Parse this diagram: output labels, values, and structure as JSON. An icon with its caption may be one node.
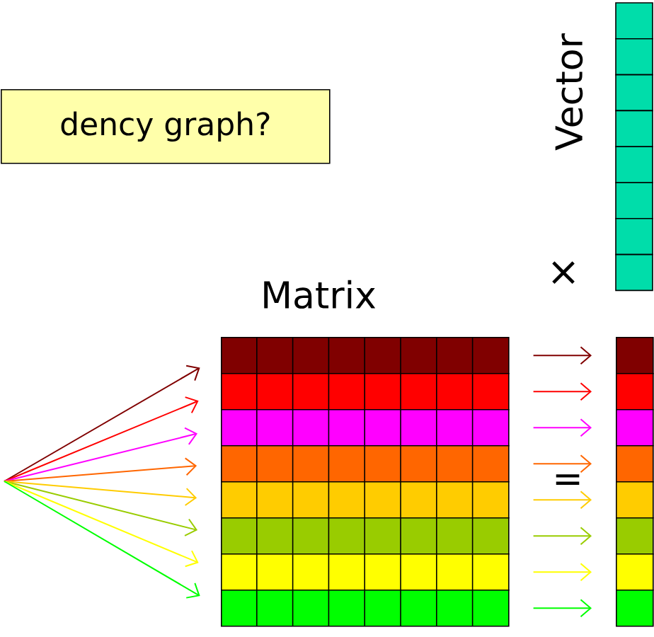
{
  "diagram": {
    "nodes": [
      {
        "text": [
          "dency graph?"
        ]
      },
      {
        "text": [],
        "shape": "bar"
      },
      {
        "text": [],
        "shape": "bar"
      },
      {
        "text": [],
        "shape": "bar"
      },
      {
        "text": [],
        "shape": "bar"
      },
      {
        "text": [],
        "shape": "bar"
      },
      {
        "text": [],
        "shape": "bar"
      },
      {
        "text": [],
        "shape": "bar"
      },
      {
        "text": [],
        "shape": "bar"
      },
      {
        "text": [],
        "shape": "box"
      },
      {
        "text": [],
        "shape": "box"
      },
      {
        "text": [],
        "shape": "box"
      },
      {
        "text": [],
        "shape": "box"
      },
      {
        "text": [],
        "shape": "box"
      },
      {
        "text": [],
        "shape": "box"
      },
      {
        "text": [],
        "shape": "box"
      },
      {
        "text": [],
        "shape": "box"
      }
    ],
    "edges": [
      {
        "from": null,
        "to": 1,
        "arrow": "to",
        "color": "#800000"
      },
      {
        "from": null,
        "to": 2,
        "arrow": "to",
        "color": "#ff0000"
      },
      {
        "from": null,
        "to": 3,
        "arrow": "to",
        "color": "#ff00ff"
      },
      {
        "from": null,
        "to": 4,
        "arrow": "to",
        "color": "#ff6600"
      },
      {
        "from": null,
        "to": 5,
        "arrow": "to",
        "color": "#ffcc00"
      },
      {
        "from": null,
        "to": 6,
        "arrow": "to",
        "color": "#99cc00"
      },
      {
        "from": null,
        "to": 7,
        "arrow": "to",
        "color": "#ffff00"
      },
      {
        "from": null,
        "to": 8,
        "arrow": "to",
        "color": "#00ff00"
      },
      {
        "from": 1,
        "to": 9,
        "arrow": "to",
        "color": "#800000"
      },
      {
        "from": 2,
        "to": 10,
        "arrow": "to",
        "color": "#ff0000"
      },
      {
        "from": 3,
        "to": 11,
        "arrow": "to",
        "color": "#ff00ff"
      },
      {
        "from": 4,
        "to": 12,
        "arrow": "to",
        "color": "#ff6600"
      },
      {
        "from": 5,
        "to": 13,
        "arrow": "to",
        "color": "#ffcc00"
      },
      {
        "from": 6,
        "to": 14,
        "arrow": "to",
        "color": "#99cc00"
      },
      {
        "from": 7,
        "to": 15,
        "arrow": "to",
        "color": "#ffff00"
      },
      {
        "from": 8,
        "to": 16,
        "arrow": "to",
        "color": "#00ff00"
      }
    ],
    "labels": [
      "Vector",
      "×",
      "Matrix",
      "="
    ]
  }
}
